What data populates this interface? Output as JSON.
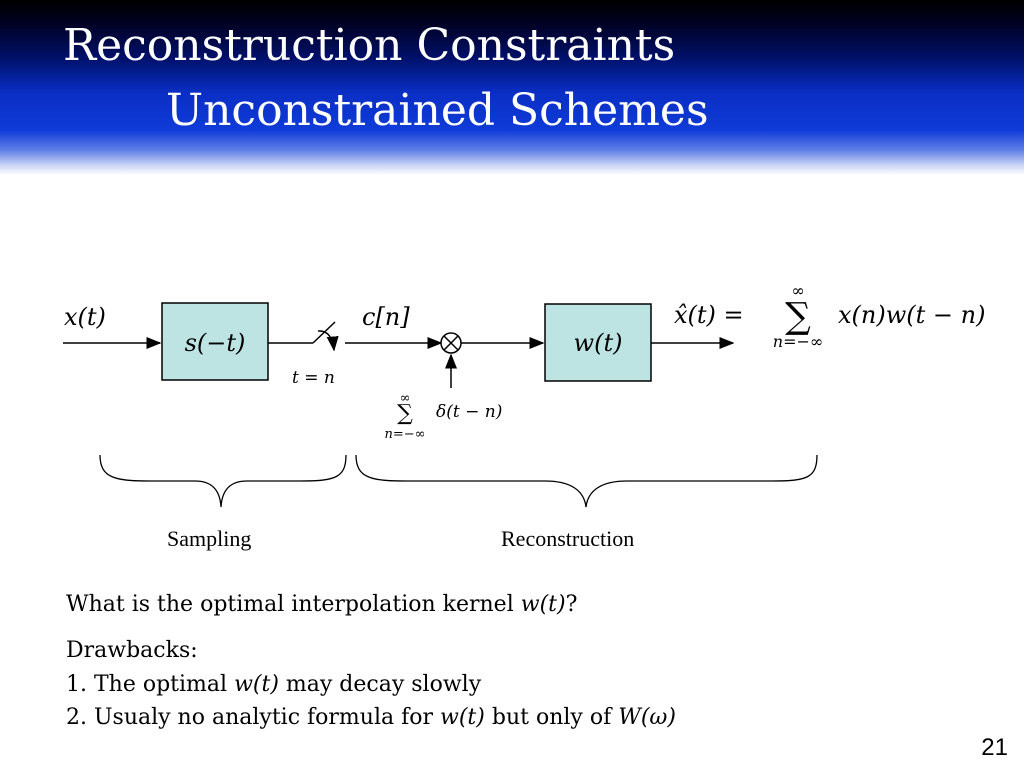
{
  "slide": {
    "title": "Reconstruction Constraints",
    "subtitle": "Unconstrained Schemes",
    "page_number": "21"
  },
  "diagram": {
    "input_label": "x(t)",
    "sampling_filter": "s(−t)",
    "sampler_label": "t = n",
    "samples_label": "c[n]",
    "impulse_sum_top": "∞",
    "impulse_sum_symbol": "∑",
    "impulse_sum_bottom": "n=−∞",
    "impulse_term": "δ(t − n)",
    "reconstruction_filter": "w(t)",
    "output_lhs": "x̂(t) =",
    "output_sum_top": "∞",
    "output_sum_symbol": "∑",
    "output_sum_bottom": "n=−∞",
    "output_term": "x(n)w(t − n)",
    "sampling_label": "Sampling",
    "reconstruction_label": "Reconstruction",
    "box_fill": "#bde3e3"
  },
  "body": {
    "question_prefix": "What is the optimal interpolation kernel",
    "question_math": "w(t)",
    "question_suffix": "?",
    "drawbacks_heading": "Drawbacks:",
    "item1_prefix": "1.  The optimal",
    "item1_math": "w(t)",
    "item1_suffix": "may decay slowly",
    "item2_prefix": "2.  Usualy no analytic formula for",
    "item2_math": "w(t)",
    "item2_middle": "but only of",
    "item2_math2": "W(ω)"
  }
}
